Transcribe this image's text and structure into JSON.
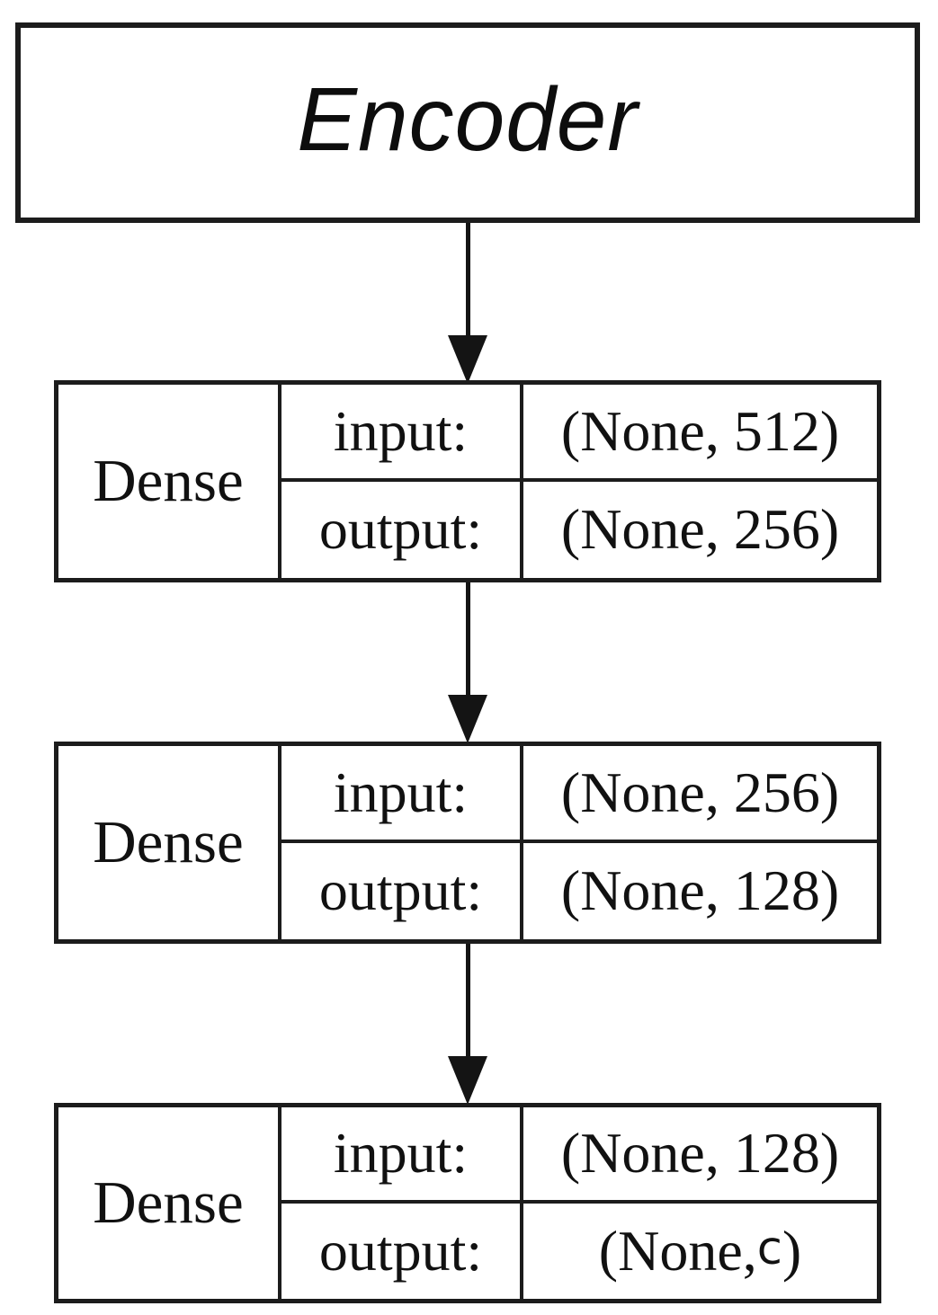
{
  "diagram": {
    "title": "Encoder",
    "labels": {
      "input": "input:",
      "output": "output:"
    },
    "layers": [
      {
        "name": "Dense",
        "input_shape": "(None, 512)",
        "output_shape": "(None, 256)"
      },
      {
        "name": "Dense",
        "input_shape": "(None, 256)",
        "output_shape": "(None, 128)"
      },
      {
        "name": "Dense",
        "input_shape": "(None, 128)",
        "output_shape_pre": "(None, ",
        "output_shape_var": "c",
        "output_shape_post": " )"
      }
    ],
    "colors": {
      "border": "#1c1c1c",
      "background": "#ffffff",
      "text": "#111111",
      "arrow": "#141414"
    }
  }
}
